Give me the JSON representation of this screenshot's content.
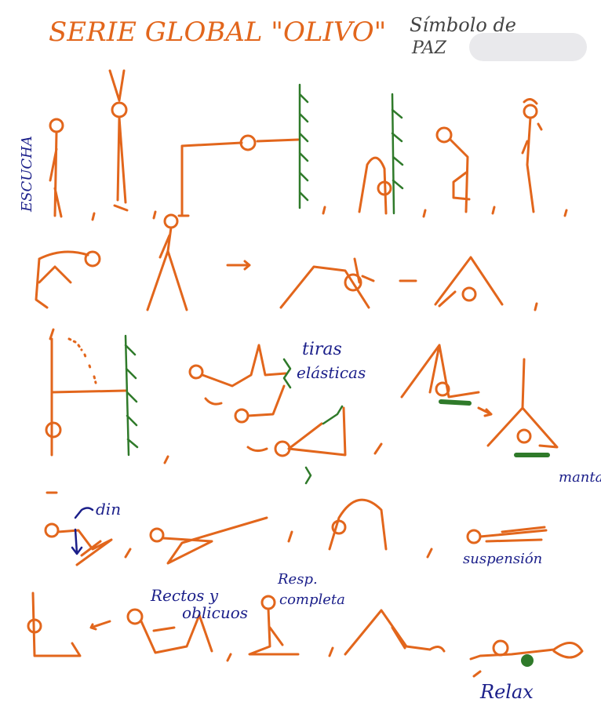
{
  "header": {
    "title": "SERIE GLOBAL \"OLIVO\"",
    "subtitle_line1": "Símbolo de",
    "subtitle_line2": "PAZ"
  },
  "labels": {
    "escucha": "ESCUCHA",
    "tiras": "tiras",
    "elasticas": "elásticas",
    "manta": "manta",
    "din": "din",
    "suspension": "suspensión",
    "rectos": "Rectos y",
    "oblicuos": "oblicuos",
    "resp": "Resp.",
    "completa": "completa",
    "relax": "Relax"
  },
  "colors": {
    "orange": "#e2661c",
    "blue": "#1b1f8a",
    "green": "#2f7a2a"
  }
}
